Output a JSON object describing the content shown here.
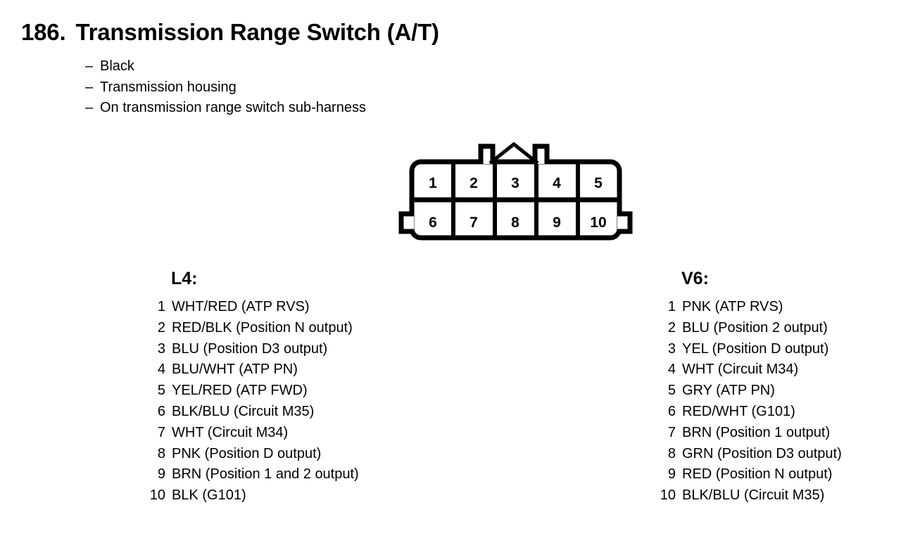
{
  "header": {
    "number": "186.",
    "title": "Transmission Range Switch (A/T)",
    "notes": [
      "Black",
      "Transmission housing",
      "On transmission range switch sub-harness"
    ],
    "dash": "–"
  },
  "connector": {
    "name": "10-pin connector face view",
    "top_row": [
      "1",
      "2",
      "3",
      "4",
      "5"
    ],
    "bottom_row": [
      "6",
      "7",
      "8",
      "9",
      "10"
    ],
    "stroke_color": "#000000",
    "fill_color": "#ffffff"
  },
  "pin_tables": [
    {
      "heading": "L4:",
      "rows": [
        {
          "pin": "1",
          "desc": "WHT/RED (ATP RVS)"
        },
        {
          "pin": "2",
          "desc": "RED/BLK (Position N output)"
        },
        {
          "pin": "3",
          "desc": "BLU (Position D3 output)"
        },
        {
          "pin": "4",
          "desc": "BLU/WHT (ATP PN)"
        },
        {
          "pin": "5",
          "desc": "YEL/RED (ATP FWD)"
        },
        {
          "pin": "6",
          "desc": "BLK/BLU (Circuit M35)"
        },
        {
          "pin": "7",
          "desc": "WHT (Circuit M34)"
        },
        {
          "pin": "8",
          "desc": "PNK (Position D output)"
        },
        {
          "pin": "9",
          "desc": "BRN (Position 1 and 2 output)"
        },
        {
          "pin": "10",
          "desc": "BLK (G101)"
        }
      ]
    },
    {
      "heading": "V6:",
      "rows": [
        {
          "pin": "1",
          "desc": "PNK (ATP RVS)"
        },
        {
          "pin": "2",
          "desc": "BLU (Position 2 output)"
        },
        {
          "pin": "3",
          "desc": "YEL (Position D output)"
        },
        {
          "pin": "4",
          "desc": "WHT (Circuit M34)"
        },
        {
          "pin": "5",
          "desc": "GRY (ATP PN)"
        },
        {
          "pin": "6",
          "desc": "RED/WHT (G101)"
        },
        {
          "pin": "7",
          "desc": "BRN (Position 1 output)"
        },
        {
          "pin": "8",
          "desc": "GRN (Position D3 output)"
        },
        {
          "pin": "9",
          "desc": "RED (Position N output)"
        },
        {
          "pin": "10",
          "desc": "BLK/BLU (Circuit M35)"
        }
      ]
    }
  ]
}
